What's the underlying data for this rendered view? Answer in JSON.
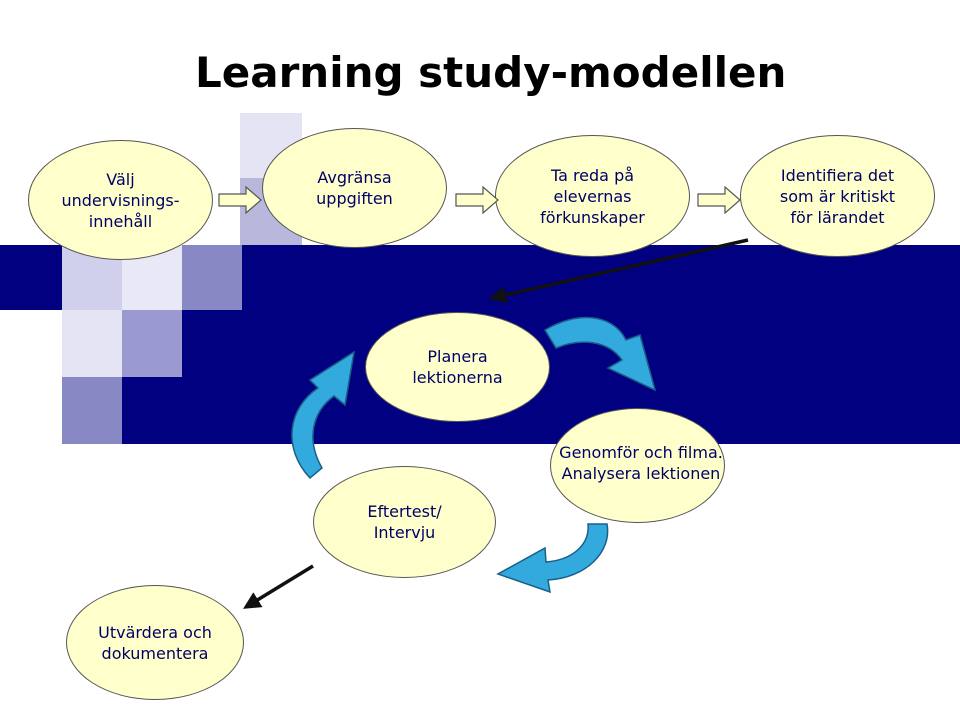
{
  "title": "Learning study-modellen",
  "colors": {
    "band": "#000080",
    "ellipse_fill": "#ffffcc",
    "text": "#000066",
    "cycle_arrow": "#33aadd",
    "square_light": "#e4e4f4",
    "square_mid": "#b8b8dc",
    "square_dark": "#8888c4"
  },
  "steps": [
    {
      "text": "Välj\nundervisnings-\ninnehåll"
    },
    {
      "text": "Avgränsa\nuppgiften"
    },
    {
      "text": "Ta reda på\nelevernas\nförkunskaper"
    },
    {
      "text": "Identifiera det\nsom är kritiskt\nför lärandet"
    }
  ],
  "cycle": {
    "plan": "Planera\nlektionerna",
    "conduct": "Genomför och filma.\nAnalysera lektionen",
    "posttest": "Eftertest/\nIntervju"
  },
  "final": "Utvärdera och\ndokumentera",
  "icons": [
    "block-arrow-right-icon",
    "curved-arrow-icon",
    "thin-arrow-icon"
  ]
}
